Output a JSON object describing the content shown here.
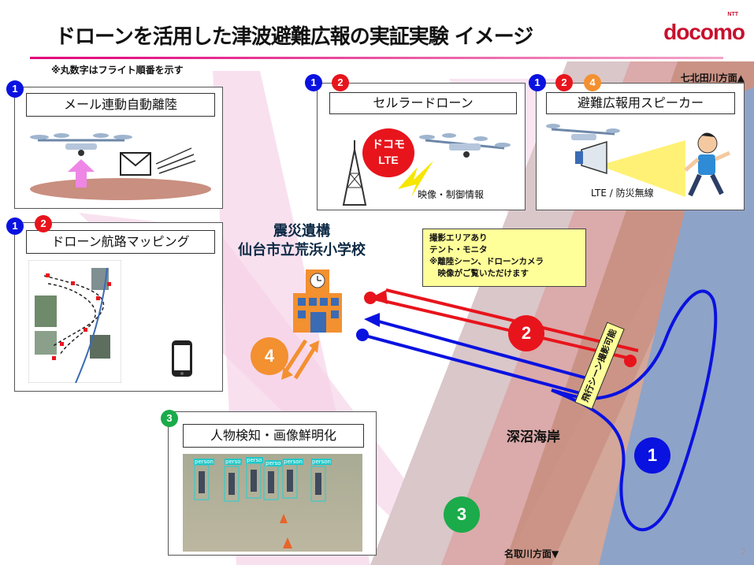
{
  "header": {
    "title": "ドローンを活用した津波避難広報の実証実験 イメージ",
    "logo": "docomo",
    "logo_sub": "NTT",
    "note": "※丸数字はフライト順番を示す"
  },
  "directions": {
    "north": "七北田川方面▲",
    "south": "名取川方面▼"
  },
  "panels": {
    "auto_takeoff": {
      "title": "メール連動自動離陸",
      "nums": [
        "1"
      ]
    },
    "route_mapping": {
      "title": "ドローン航路マッピング",
      "nums": [
        "1",
        "2"
      ]
    },
    "cellular": {
      "title": "セルラードローン",
      "nums": [
        "1",
        "2"
      ],
      "badge_line1": "ドコモ",
      "badge_line2": "LTE",
      "caption": "映像・制御情報"
    },
    "speaker": {
      "title": "避難広報用スピーカー",
      "nums": [
        "1",
        "2",
        "4"
      ],
      "caption": "LTE / 防災無線"
    },
    "detection": {
      "title": "人物検知・画像鮮明化",
      "nums": [
        "3"
      ],
      "labels": [
        "person",
        "perso",
        "perso",
        "perso",
        "person",
        "person"
      ]
    }
  },
  "school": {
    "line1": "震災遺構",
    "line2": "仙台市立荒浜小学校"
  },
  "notice": {
    "lines": [
      "撮影エリアあり",
      "テント・モニタ",
      "※離陸シーン、ドローンカメラ",
      "　映像がご覧いただけます"
    ]
  },
  "map": {
    "shore_label": "深沼海岸",
    "photo_label": "飛行シーン撮影可能",
    "flight_nums": {
      "one": "1",
      "two": "2",
      "three": "3",
      "four": "4"
    }
  },
  "page_number": "2",
  "colors": {
    "blue": "#0a12e0",
    "red": "#e8141c",
    "orange": "#f39030",
    "green": "#1bab4a",
    "brand": "#c8102e"
  }
}
